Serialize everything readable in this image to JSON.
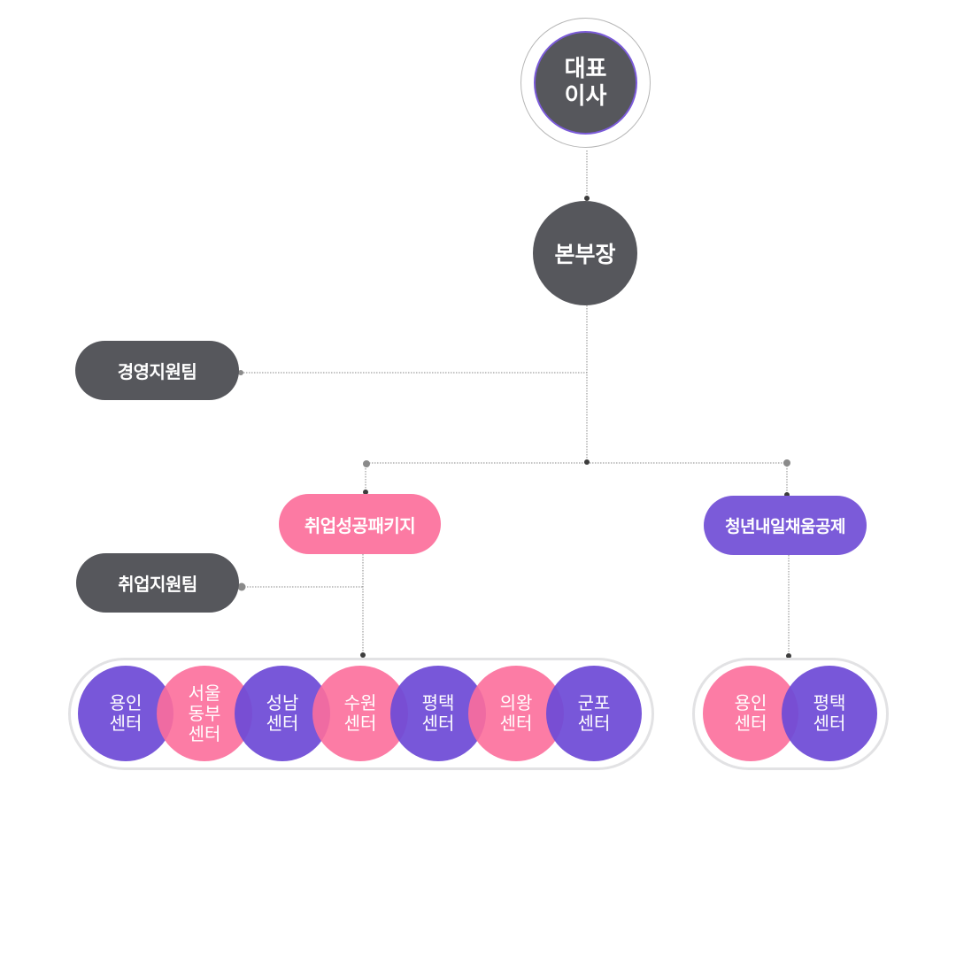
{
  "colors": {
    "dark": "#56575c",
    "pink": "#fc7aa3",
    "purple": "#7b5bd9",
    "line": "#8a8a8a"
  },
  "ceo": {
    "label": "대표\n이사"
  },
  "director": {
    "label": "본부장"
  },
  "management_team": {
    "label": "경영지원팀"
  },
  "package": {
    "label": "취업성공패키지"
  },
  "support_team": {
    "label": "취업지원팀"
  },
  "youth": {
    "label": "청년내일채움공제"
  },
  "package_centers": [
    {
      "label": "용인\n센터",
      "color": "purple"
    },
    {
      "label": "서울\n동부\n센터",
      "color": "pink"
    },
    {
      "label": "성남\n센터",
      "color": "purple"
    },
    {
      "label": "수원\n센터",
      "color": "pink"
    },
    {
      "label": "평택\n센터",
      "color": "purple"
    },
    {
      "label": "의왕\n센터",
      "color": "pink"
    },
    {
      "label": "군포\n센터",
      "color": "purple"
    }
  ],
  "youth_centers": [
    {
      "label": "용인\n센터",
      "color": "pink"
    },
    {
      "label": "평택\n센터",
      "color": "purple"
    }
  ]
}
